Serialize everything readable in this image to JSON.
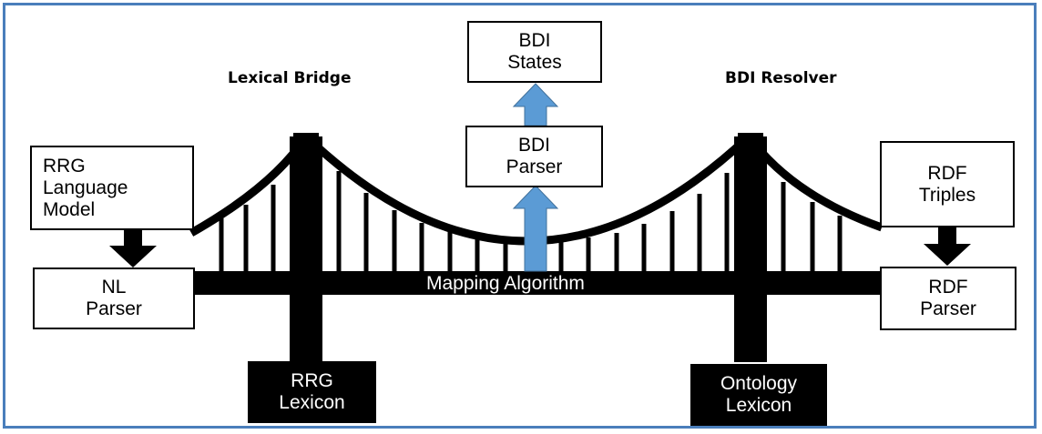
{
  "colors": {
    "frame_border": "#4a7ebb",
    "bridge": "#000000",
    "arrow_blue": "#5b9bd5",
    "arrow_black": "#000000"
  },
  "headings": {
    "left": "Lexical Bridge",
    "right": "BDI Resolver"
  },
  "deck": {
    "label": "Mapping Algorithm"
  },
  "boxes": {
    "bdi_states": [
      "BDI",
      "States"
    ],
    "bdi_parser": [
      "BDI",
      "Parser"
    ],
    "rrg_language_model": [
      "RRG",
      "Language",
      "Model"
    ],
    "nl_parser": [
      "NL",
      "Parser"
    ],
    "rdf_triples": [
      "RDF",
      "Triples"
    ],
    "rdf_parser": [
      "RDF",
      "Parser"
    ],
    "rrg_lexicon": [
      "RRG",
      "Lexicon"
    ],
    "ontology_lexicon": [
      "Ontology",
      "Lexicon"
    ]
  }
}
